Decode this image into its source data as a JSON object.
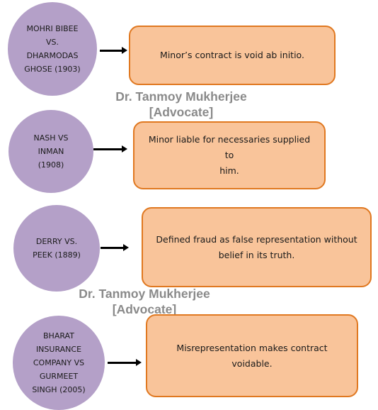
{
  "watermark": {
    "line1": "Dr. Tanmoy Mukherjee",
    "line2": "[Advocate]"
  },
  "cases": [
    {
      "case_name": "MOHRI BIBEE\nVS.\nDHARMODAS\nGHOSE (1903)",
      "principle": "Minor’s contract is void ab initio."
    },
    {
      "case_name": "NASH VS\nINMAN\n(1908)",
      "principle": "Minor liable for necessaries supplied to\nhim."
    },
    {
      "case_name": "DERRY VS.\nPEEK (1889)",
      "principle": "Defined fraud as false representation without\nbelief in its truth."
    },
    {
      "case_name": "BHARAT\nINSURANCE\nCOMPANY VS\nGURMEET\nSINGH (2005)",
      "principle": "Misrepresentation makes contract voidable."
    }
  ],
  "colors": {
    "circle_fill": "#b4a0c8",
    "box_fill": "#f9c49a",
    "box_border": "#e07820",
    "watermark": "#8a8a8a"
  }
}
